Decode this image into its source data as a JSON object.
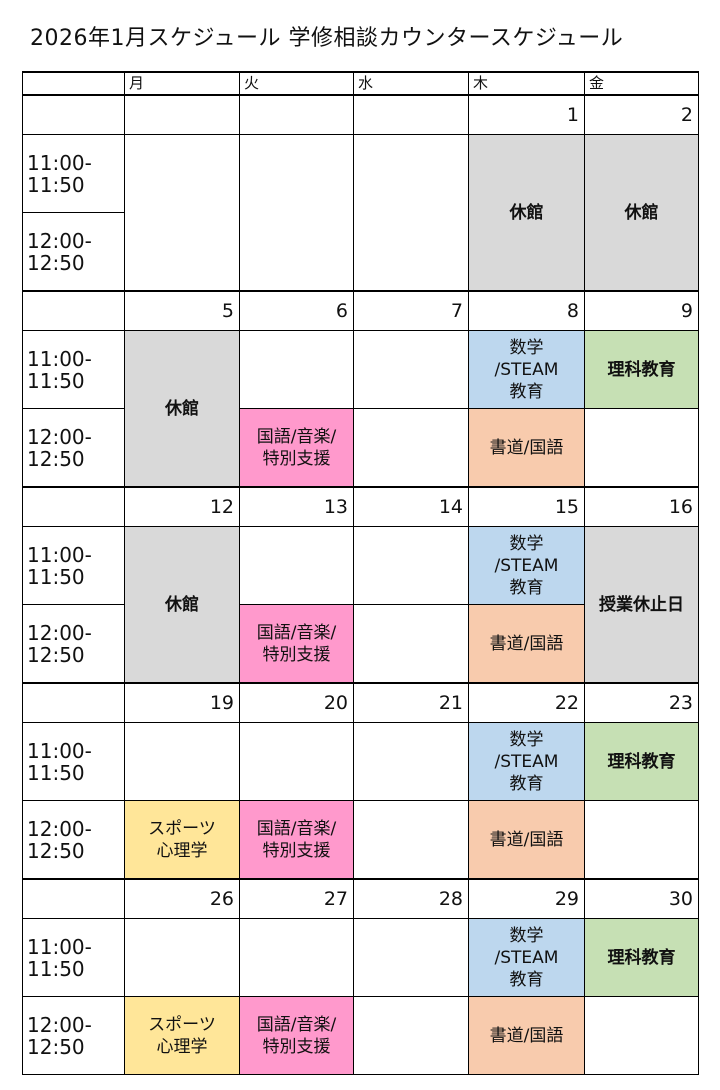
{
  "title": "2026年1月スケジュール  学修相談カウンタースケジュール",
  "days": [
    "月",
    "火",
    "水",
    "木",
    "金"
  ],
  "slots": [
    "11:00-\n11:50",
    "12:00-\n12:50"
  ],
  "labels": {
    "closed": "休館",
    "math": "数学\n/STEAM\n教育",
    "science": "理科教育",
    "calligraphy": "書道/国語",
    "japanese": "国語/音楽/\n特別支援",
    "sports": "スポーツ\n心理学",
    "noclass": "授業休止日"
  },
  "weeks": [
    {
      "dates": [
        "",
        "",
        "",
        "1",
        "2"
      ]
    },
    {
      "dates": [
        "5",
        "6",
        "7",
        "8",
        "9"
      ]
    },
    {
      "dates": [
        "12",
        "13",
        "14",
        "15",
        "16"
      ]
    },
    {
      "dates": [
        "19",
        "20",
        "21",
        "22",
        "23"
      ]
    },
    {
      "dates": [
        "26",
        "27",
        "28",
        "29",
        "30"
      ]
    }
  ],
  "colors": {
    "closed": "#d9d9d9",
    "math": "#bdd7ee",
    "science": "#c6e0b4",
    "calligraphy": "#f8cbad",
    "japanese": "#ff99cc",
    "sports": "#ffe699"
  }
}
